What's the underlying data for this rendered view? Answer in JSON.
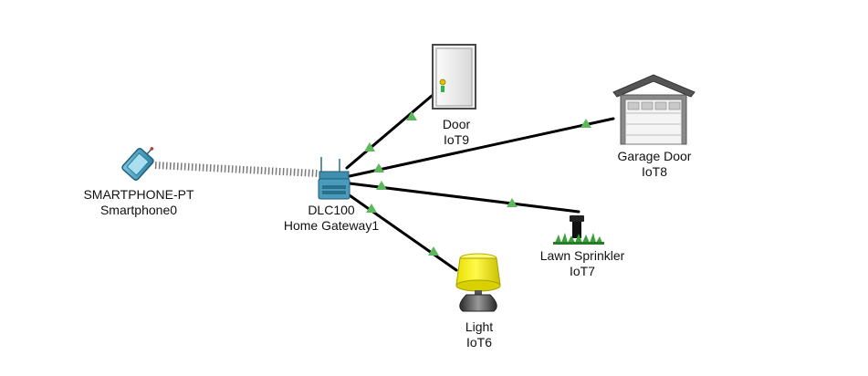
{
  "diagram": {
    "colors": {
      "background": "#ffffff",
      "link": "#000000",
      "link_marker": "#5cb85c",
      "wireless_link": "#7a7a7a",
      "label_text": "#111111"
    },
    "devices": [
      {
        "id": "smartphone",
        "icon": "smartphone-icon",
        "model": "SMARTPHONE-PT",
        "name": "Smartphone0"
      },
      {
        "id": "gateway",
        "icon": "home-gateway-icon",
        "model": "DLC100",
        "name": "Home Gateway1"
      },
      {
        "id": "door",
        "icon": "door-icon",
        "model": "Door",
        "name": "IoT9"
      },
      {
        "id": "garage",
        "icon": "garage-door-icon",
        "model": "Garage Door",
        "name": "IoT8"
      },
      {
        "id": "sprinkler",
        "icon": "lawn-sprinkler-icon",
        "model": "Lawn Sprinkler",
        "name": "IoT7"
      },
      {
        "id": "light",
        "icon": "light-icon",
        "model": "Light",
        "name": "IoT6"
      }
    ],
    "links": [
      {
        "from": "gateway",
        "to": "door",
        "type": "wired"
      },
      {
        "from": "gateway",
        "to": "garage",
        "type": "wired"
      },
      {
        "from": "gateway",
        "to": "sprinkler",
        "type": "wired"
      },
      {
        "from": "gateway",
        "to": "light",
        "type": "wired"
      },
      {
        "from": "gateway",
        "to": "smartphone",
        "type": "wireless"
      }
    ]
  }
}
